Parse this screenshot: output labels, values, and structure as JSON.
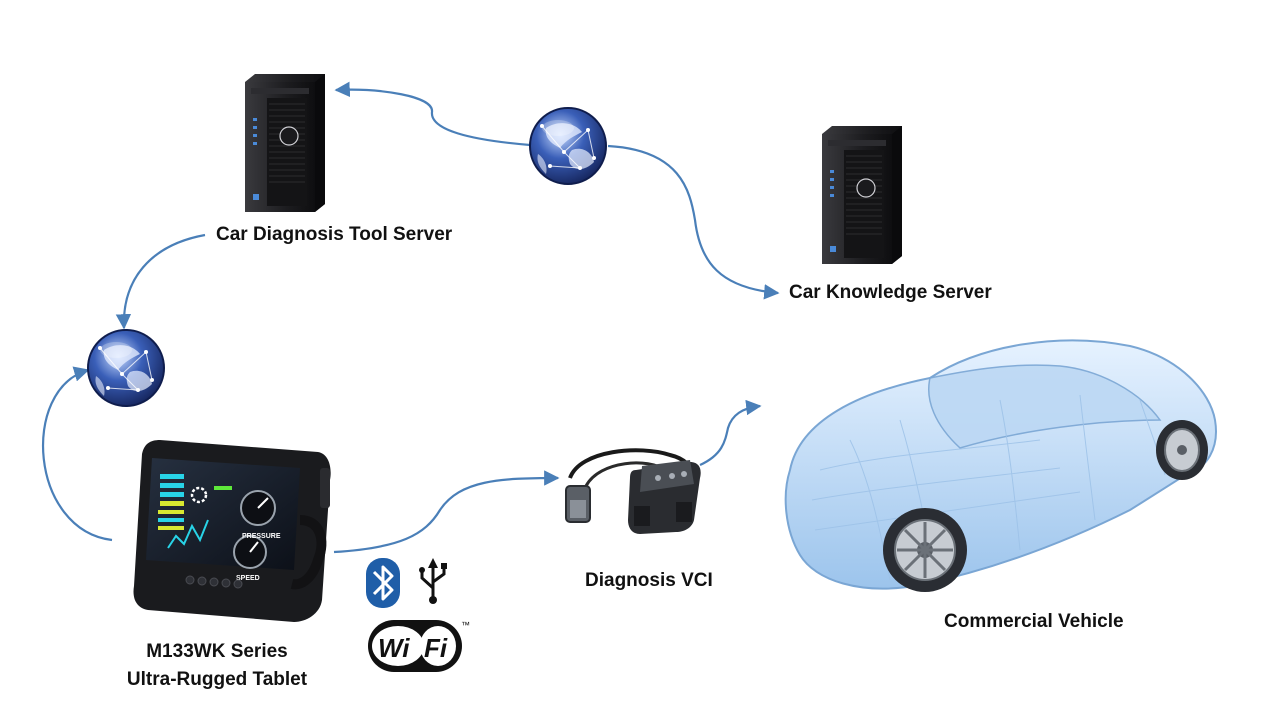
{
  "nodes": {
    "tool_server": {
      "label": "Car Diagnosis Tool Server"
    },
    "knowledge_server": {
      "label": "Car Knowledge Server"
    },
    "tablet": {
      "label_line1": "M133WK Series",
      "label_line2": "Ultra-Rugged Tablet"
    },
    "vci": {
      "label": "Diagnosis VCI"
    },
    "vehicle": {
      "label": "Commercial Vehicle"
    }
  },
  "tablet_screen": {
    "gauge1_label": "PRESSURE",
    "gauge2_label": "SPEED"
  },
  "connectivity": {
    "wifi_text_wi": "Wi",
    "wifi_text_fi": "Fi",
    "wifi_tm": "™"
  },
  "icons": [
    "server-icon",
    "globe-icon",
    "tablet-icon",
    "vci-device-icon",
    "car-icon",
    "bluetooth-icon",
    "usb-icon",
    "wifi-logo"
  ],
  "colors": {
    "arrow": "#4a7fb8",
    "globe": "#2f4f9a",
    "server": "#1e1e20",
    "car": "#8ab6e2"
  }
}
